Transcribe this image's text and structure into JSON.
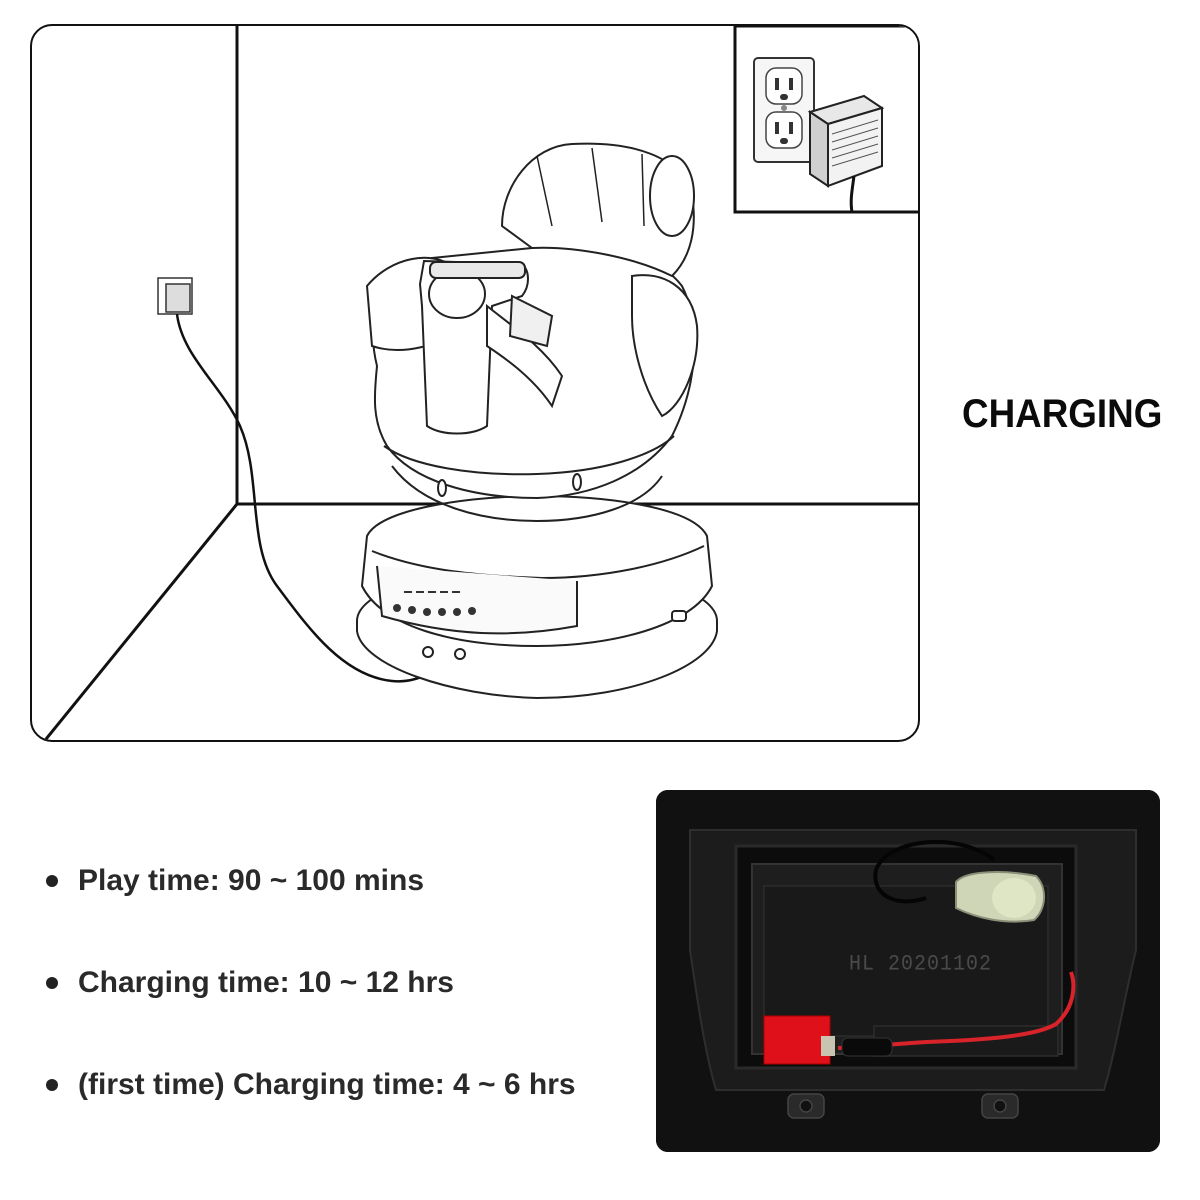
{
  "heading": "CHARGING",
  "specs": [
    {
      "text": "Play time: 90 ~ 100 mins"
    },
    {
      "text": "Charging time: 10 ~ 12 hrs"
    },
    {
      "text": "(first time) Charging time: 4 ~ 6 hrs"
    }
  ],
  "photo": {
    "battery_code": "HL 20201102"
  },
  "colors": {
    "line": "#111111",
    "text": "#2a2a2a",
    "photo_bg": "#121212",
    "red_wire": "#d8232a",
    "red_tape": "#e0101a"
  },
  "icons": [
    "wall-outlet-icon",
    "power-adapter-icon",
    "battery-icon"
  ]
}
